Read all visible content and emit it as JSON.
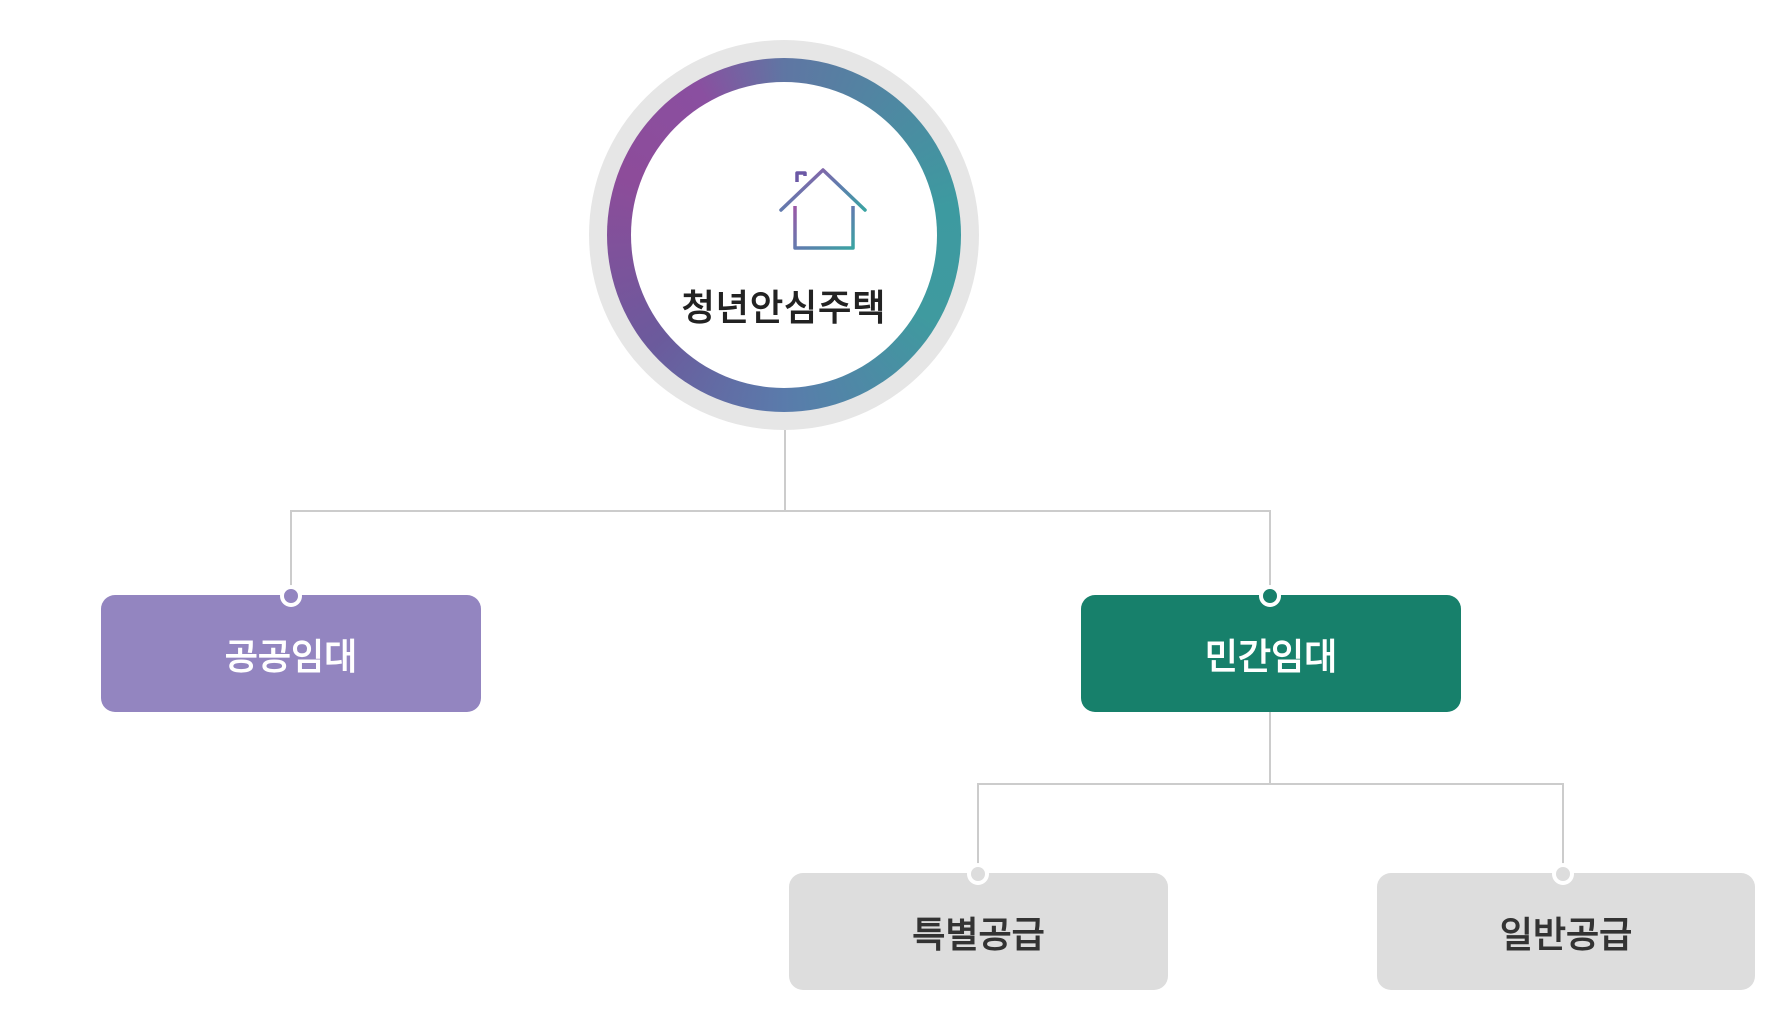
{
  "root": {
    "label": "청년안심주택",
    "icon": "house-icon",
    "ring_colors": [
      "#8d4c9a",
      "#6b5a9c",
      "#5a7bab",
      "#3d9aa0"
    ]
  },
  "level1": [
    {
      "label": "공공임대",
      "color": "#9385c0"
    },
    {
      "label": "민간임대",
      "color": "#17806b"
    }
  ],
  "level2": [
    {
      "label": "특별공급",
      "color": "#dddddd"
    },
    {
      "label": "일반공급",
      "color": "#dddddd"
    }
  ],
  "connector_color": "#cccccc"
}
